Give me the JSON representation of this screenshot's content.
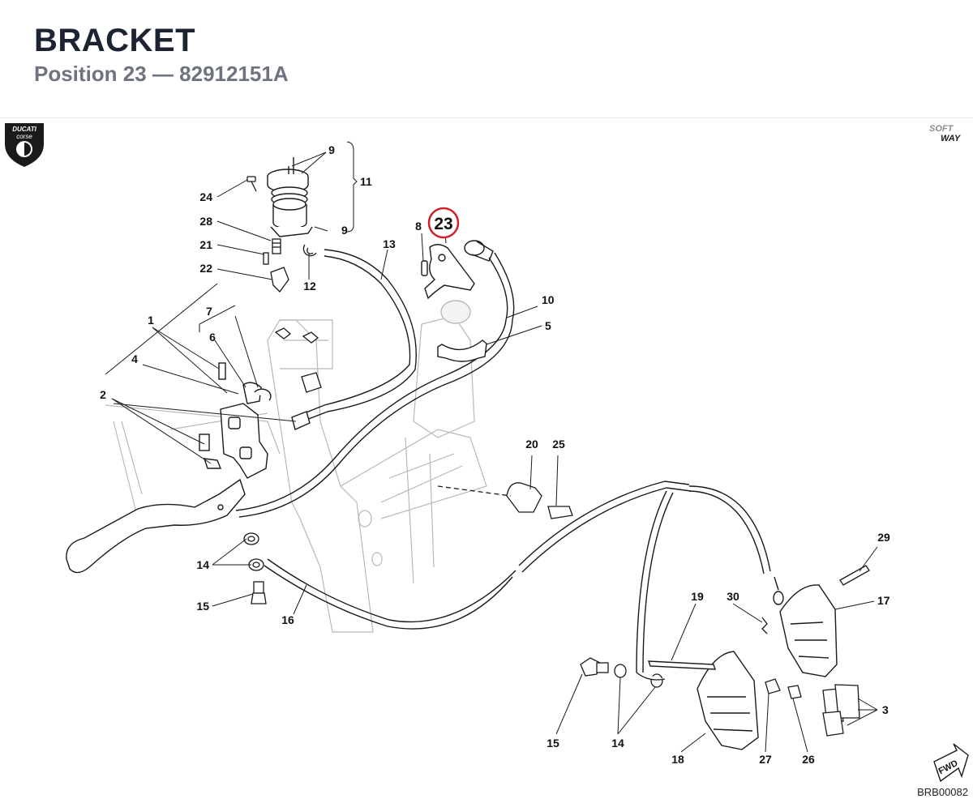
{
  "header": {
    "title": "BRACKET",
    "subtitle": "Position 23 — 82912151A"
  },
  "logos": {
    "brand_line1": "DUCATI",
    "brand_line2": "corse",
    "soft_line1": "SOFT",
    "soft_line2": "WAY"
  },
  "fwd_label": "FWD",
  "document_code": "BRB00082",
  "highlight": {
    "position": "23",
    "color": "#d0202a"
  },
  "labels": {
    "l1": "1",
    "l2": "2",
    "l3": "3",
    "l4": "4",
    "l5": "5",
    "l6": "6",
    "l7": "7",
    "l8": "8",
    "l9a": "9",
    "l9b": "9",
    "l10": "10",
    "l11": "11",
    "l12": "12",
    "l13": "13",
    "l14a": "14",
    "l14b": "14",
    "l15a": "15",
    "l15b": "15",
    "l16": "16",
    "l17": "17",
    "l18": "18",
    "l19": "19",
    "l20": "20",
    "l21": "21",
    "l22": "22",
    "l24": "24",
    "l25": "25",
    "l26": "26",
    "l27": "27",
    "l28": "28",
    "l29": "29",
    "l30": "30"
  }
}
